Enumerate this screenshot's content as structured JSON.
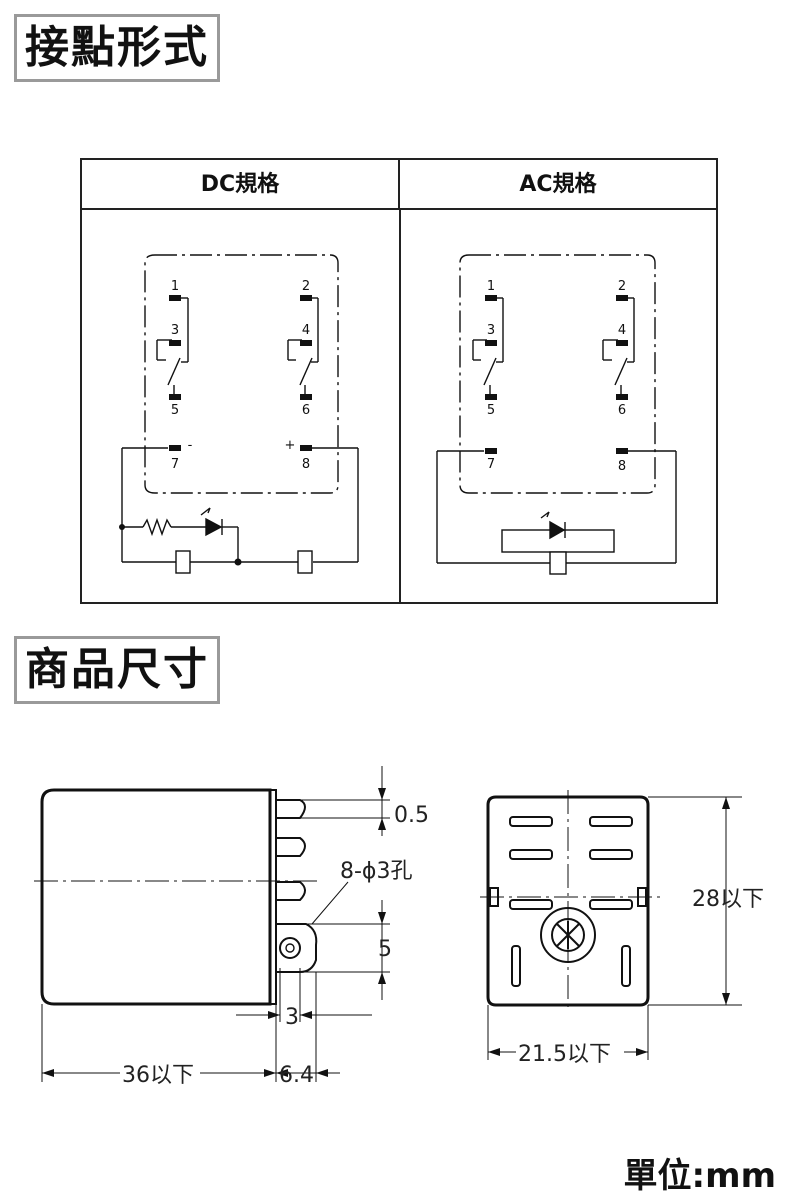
{
  "sections": {
    "contact_title": "接點形式",
    "dimension_title": "商品尺寸"
  },
  "table": {
    "dc_header": "DC規格",
    "ac_header": "AC規格"
  },
  "pins": {
    "p1": "1",
    "p2": "2",
    "p3": "3",
    "p4": "4",
    "p5": "5",
    "p6": "6",
    "p7": "7",
    "p8": "8",
    "minus": "-",
    "plus": "+"
  },
  "dimensions": {
    "d_05": "0.5",
    "d_hole": "8-ϕ3孔",
    "d_5": "5",
    "d_3": "3",
    "d_36": "36以下",
    "d_64": "6.4",
    "d_28": "28以下",
    "d_215": "21.5以下"
  },
  "unit_label": "單位:mm"
}
